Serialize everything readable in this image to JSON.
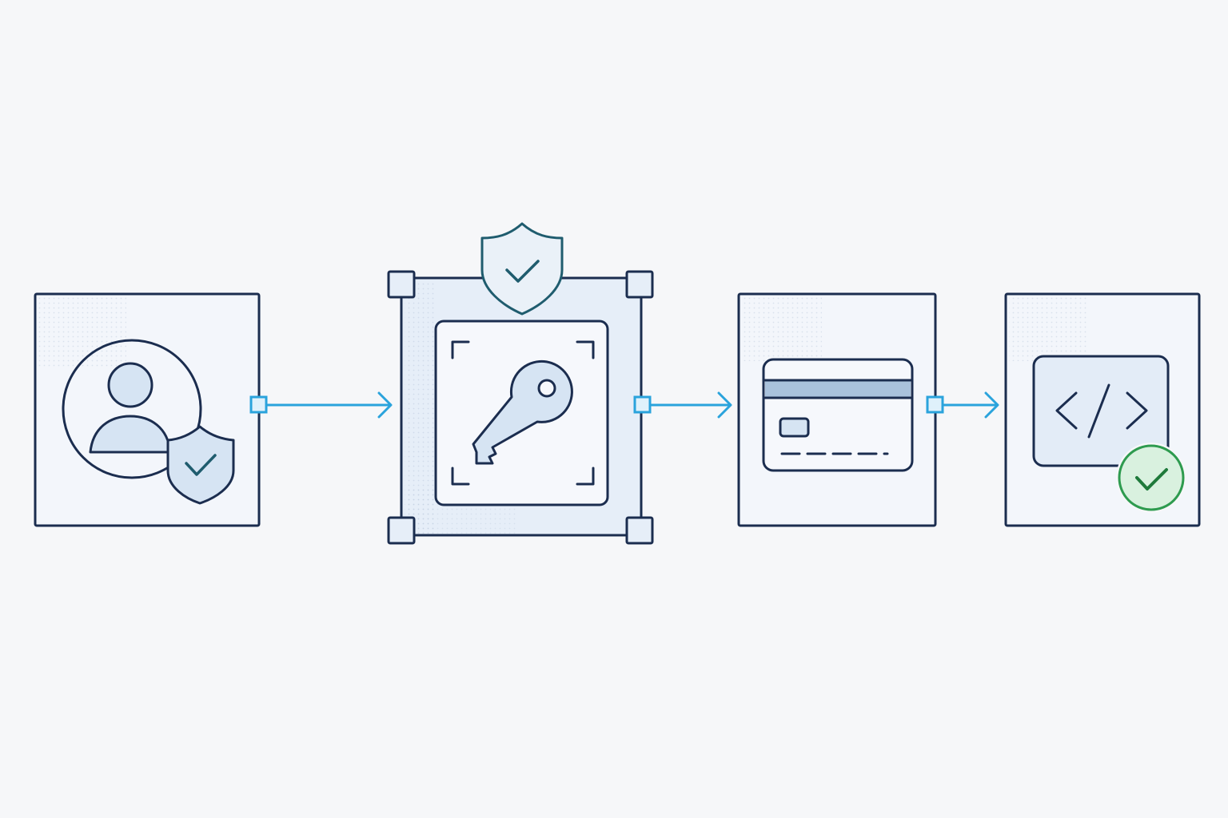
{
  "colors": {
    "background": "#f6f7f9",
    "stroke": "#1b2d4f",
    "panel_fill": "#f3f6fb",
    "selected_panel_fill": "#e6eef8",
    "icon_fill": "#d6e4f3",
    "connector": "#2aa3dc",
    "connector_handle_fill": "#dff1fb",
    "shield_stroke": "#1f5c6e",
    "success": "#2e9b4f",
    "success_fill": "#d9f1df"
  },
  "steps": [
    {
      "id": "identity",
      "icon": "user-shield-icon",
      "state": "default"
    },
    {
      "id": "key",
      "icon": "key-icon",
      "state": "selected",
      "badge": "shield-check-icon"
    },
    {
      "id": "payment",
      "icon": "credit-card-icon",
      "state": "default"
    },
    {
      "id": "code",
      "icon": "code-icon",
      "state": "complete",
      "badge": "check-circle-icon"
    }
  ],
  "connectors": [
    {
      "from": "identity",
      "to": "key",
      "icon": "arrow-right-icon"
    },
    {
      "from": "key",
      "to": "payment",
      "icon": "arrow-right-icon"
    },
    {
      "from": "payment",
      "to": "code",
      "icon": "arrow-right-icon"
    }
  ]
}
